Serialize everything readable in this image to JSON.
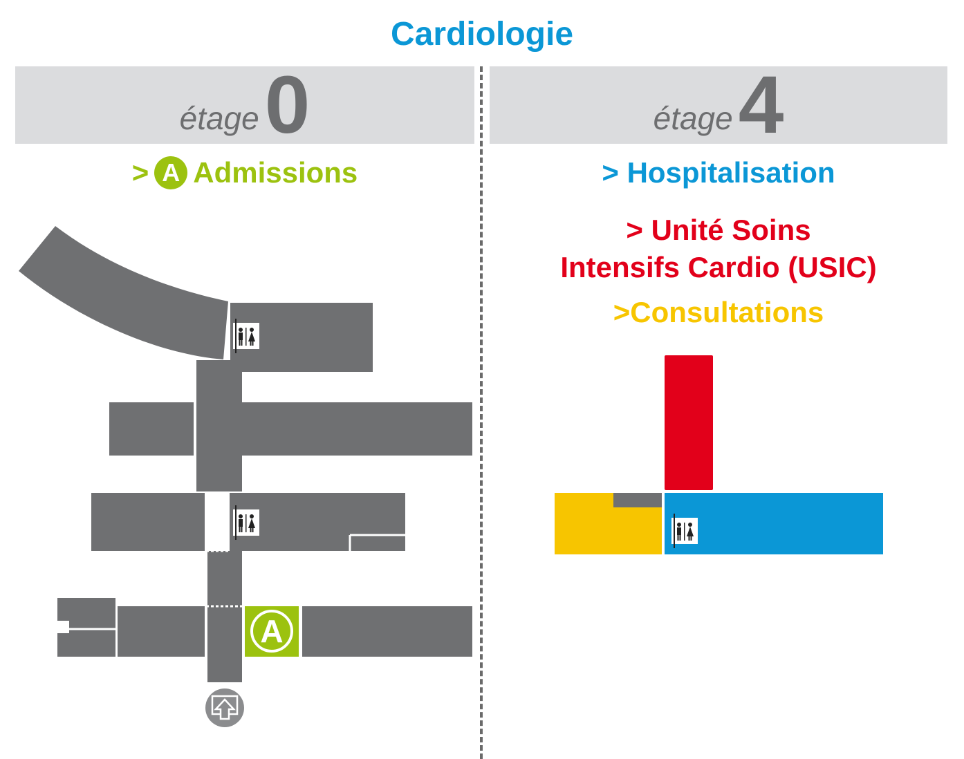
{
  "title": "Cardiologie",
  "floors": {
    "left": {
      "label": "étage",
      "number": "0"
    },
    "right": {
      "label": "étage",
      "number": "4"
    }
  },
  "services": {
    "admissions": {
      "prefix": ">",
      "badge": "A",
      "label": "Admissions",
      "color": "#9cc20f"
    },
    "hospitalisation": {
      "label": "> Hospitalisation",
      "color": "#0b97d6"
    },
    "usic": {
      "line1": "> Unité Soins",
      "line2": "Intensifs Cardio (USIC)",
      "color": "#e2001a"
    },
    "consultations": {
      "label": ">Consultations",
      "color": "#f7c500"
    }
  },
  "map_markers": {
    "admission_badge": "A",
    "icons": [
      "elevator-icon",
      "restroom-icon",
      "entrance-arrow-icon"
    ]
  },
  "colors": {
    "building": "#6f7072",
    "header_bg": "#dbdcde",
    "title": "#0b97d6"
  }
}
